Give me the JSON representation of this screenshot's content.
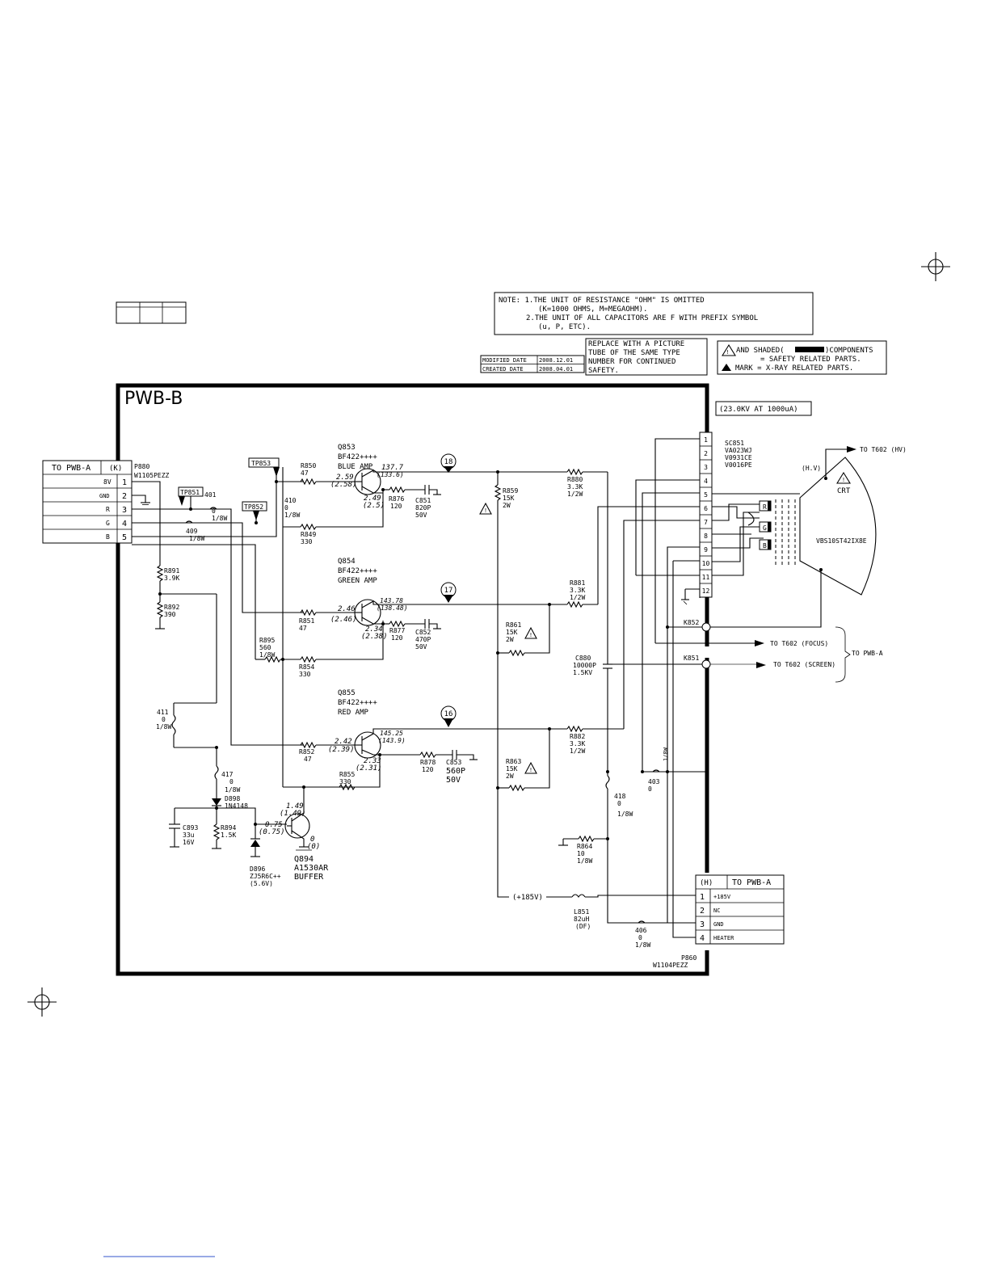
{
  "notes": {
    "line1": "NOTE: 1.THE UNIT OF RESISTANCE \"OHM\" IS OMITTED",
    "line2": "(K=1000 OHMS, M=MEGAOHM).",
    "line3": "2.THE UNIT OF ALL CAPACITORS ARE F WITH PREFIX SYMBOL",
    "line4": "(u, P, ETC)."
  },
  "replace_note": [
    "REPLACE WITH A PICTURE",
    "TUBE OF THE SAME TYPE",
    "NUMBER FOR CONTINUED",
    "SAFETY."
  ],
  "dates": {
    "modified_label": "MODIFIED DATE",
    "modified_value": "2008.12.01",
    "created_label": "CREATED DATE",
    "created_value": "2008.04.01"
  },
  "safety_legend": {
    "line1_a": "AND SHADED(",
    "line1_b": ")COMPONENTS",
    "line2": "= SAFETY RELATED PARTS.",
    "line3": "MARK = X-RAY RELATED PARTS."
  },
  "board_title": "PWB-B",
  "hv_note": "(23.0KV AT 1000uA)",
  "connector_k": {
    "title": "TO PWB-A",
    "id": "(K)",
    "part": "P880",
    "part_no": "W1105PEZZ",
    "pins": [
      {
        "num": "1",
        "label": "8V"
      },
      {
        "num": "2",
        "label": "GND"
      },
      {
        "num": "3",
        "label": "R"
      },
      {
        "num": "4",
        "label": "G"
      },
      {
        "num": "5",
        "label": "B"
      }
    ]
  },
  "connector_h": {
    "title": "TO PWB-A",
    "id": "(H)",
    "part": "P860",
    "part_no": "W1104PEZZ",
    "pins": [
      {
        "num": "1",
        "label": "+185V"
      },
      {
        "num": "2",
        "label": "NC"
      },
      {
        "num": "3",
        "label": "GND"
      },
      {
        "num": "4",
        "label": "HEATER"
      }
    ]
  },
  "socket": {
    "ref": "SC851",
    "parts": [
      "VA023WJ",
      "V0931CE",
      "V0016PE"
    ],
    "pins": [
      "1",
      "2",
      "3",
      "4",
      "5",
      "6",
      "7",
      "8",
      "9",
      "10",
      "11",
      "12"
    ]
  },
  "crt": {
    "label": "CRT",
    "type": "VBS10ST42IX8E",
    "hv_tag": "(H.V)",
    "guns": [
      "R",
      "G",
      "B"
    ],
    "to_hv": "TO T602 (HV)",
    "to_focus": "TO T602 (FOCUS)",
    "to_screen": "TO T602 (SCREEN)",
    "to_pwba": "TO PWB-A",
    "k852": "K852",
    "k851": "K851"
  },
  "test_points": [
    "TP853",
    "TP851",
    "TP852"
  ],
  "amps": [
    {
      "ref": "Q853",
      "type": "BF422++++",
      "name": "BLUE AMP",
      "probe": "18",
      "vb": "2.59",
      "vb2": "(2.58)",
      "vc": "137.7",
      "vc2": "(133.6)",
      "ve": "2.49",
      "ve2": "(2.5)",
      "rb_ref": "R850",
      "rb_val": "47",
      "re_ref": "R876",
      "re_val": "120",
      "c_ref": "C851",
      "c_val": "820P",
      "c_v": "50V",
      "rl_ref": "R880",
      "rl_val": "3.3K",
      "rl_w": "1/2W",
      "rs_ref": "R859",
      "rs_val": "15K",
      "rs_w": "2W",
      "rf_ref": "R849",
      "rf_val": "330"
    },
    {
      "ref": "Q854",
      "type": "BF422++++",
      "name": "GREEN AMP",
      "probe": "17",
      "vb": "2.46",
      "vb2": "(2.46)",
      "vc": "143.78",
      "vc2": "(138.48)",
      "ve": "2.34",
      "ve2": "(2.38)",
      "rb_ref": "R851",
      "rb_val": "47",
      "re_ref": "R877",
      "re_val": "120",
      "c_ref": "C852",
      "c_val": "470P",
      "c_v": "50V",
      "rl_ref": "R881",
      "rl_val": "3.3K",
      "rl_w": "1/2W",
      "rs_ref": "R861",
      "rs_val": "15K",
      "rs_w": "2W",
      "rf_ref": "R854",
      "rf_val": "330"
    },
    {
      "ref": "Q855",
      "type": "BF422++++",
      "name": "RED AMP",
      "probe": "16",
      "vb": "2.42",
      "vb2": "(2.39)",
      "vc": "145.25",
      "vc2": "(143.9)",
      "ve": "2.33",
      "ve2": "(2.31)",
      "rb_ref": "R852",
      "rb_val": "47",
      "re_ref": "R878",
      "re_val": "120",
      "c_ref": "C853",
      "c_val": "560P",
      "c_v": "50V",
      "rl_ref": "R882",
      "rl_val": "3.3K",
      "rl_w": "1/2W",
      "rs_ref": "R863",
      "rs_val": "15K",
      "rs_w": "2W",
      "rf_ref": "R855",
      "rf_val": "330"
    }
  ],
  "misc": {
    "j401": "401",
    "j409": "409",
    "j409_w": "1/8W",
    "j401_v": "0",
    "j401_w": "1/8W",
    "j410": "410",
    "j410_v": "0",
    "j410_w": "1/8W",
    "r891": "R891",
    "r891_v": "3.9K",
    "r892": "R892",
    "r892_v": "390",
    "r895": "R895",
    "r895_v": "560",
    "r895_w": "1/8W",
    "j411": "411",
    "j411_v": "0",
    "j411_w": "1/8W",
    "j417": "417",
    "j417_v": "0",
    "j417_w": "1/8W",
    "d898": "D898",
    "d898_v": "1N4148",
    "c893": "C893",
    "c893_v": "33u",
    "c893_w": "16V",
    "r894": "R894",
    "r894_v": "1.5K",
    "d896": "D896",
    "d896_v": "ZJ5R6C++",
    "d896_w": "(5.6V)",
    "q894": "Q894",
    "q894_v": "A1530AR",
    "q894_n": "BUFFER",
    "q894_vb": "1.49",
    "q894_vb2": "(1.49)",
    "q894_ve": "0.75",
    "q894_ve2": "(0.75)",
    "q894_vc": "0",
    "q894_vc2": "(0)",
    "c880": "C880",
    "c880_v": "10000P",
    "c880_w": "1.5KV",
    "j418": "418",
    "j418_v": "0",
    "j418_w": "1/8W",
    "j403": "403",
    "j403_v": "0",
    "j403_w": "1/8W",
    "r864": "R864",
    "r864_v": "10",
    "r864_w": "1/8W",
    "v185": "(+185V)",
    "l851": "L851",
    "l851_v": "82uH",
    "l851_w": "(DF)",
    "j406": "406",
    "j406_v": "0",
    "j406_w": "1/8W"
  }
}
